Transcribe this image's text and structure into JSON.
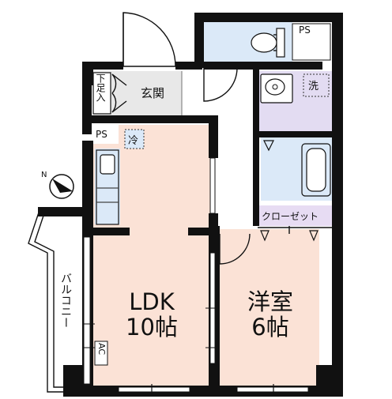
{
  "rooms": {
    "ldk": {
      "name": "LDK",
      "size": "10帖"
    },
    "western": {
      "name": "洋室",
      "size": "6帖"
    },
    "entrance": "玄関",
    "closet": "クローゼット",
    "balcony": "バルコニー",
    "shoe_box": "下足入"
  },
  "fixtures": {
    "ps_top": "PS",
    "ps_left": "PS",
    "washer": "洗",
    "fridge": "冷",
    "ac": "AC",
    "north": "N"
  },
  "colors": {
    "ldk": "#fbe2d6",
    "wet": "#dbe9f8",
    "washroom": "#e3dcf2",
    "hall": "#e8e8e8",
    "closet_band": "#e7dcf3",
    "wall": "#111111"
  }
}
